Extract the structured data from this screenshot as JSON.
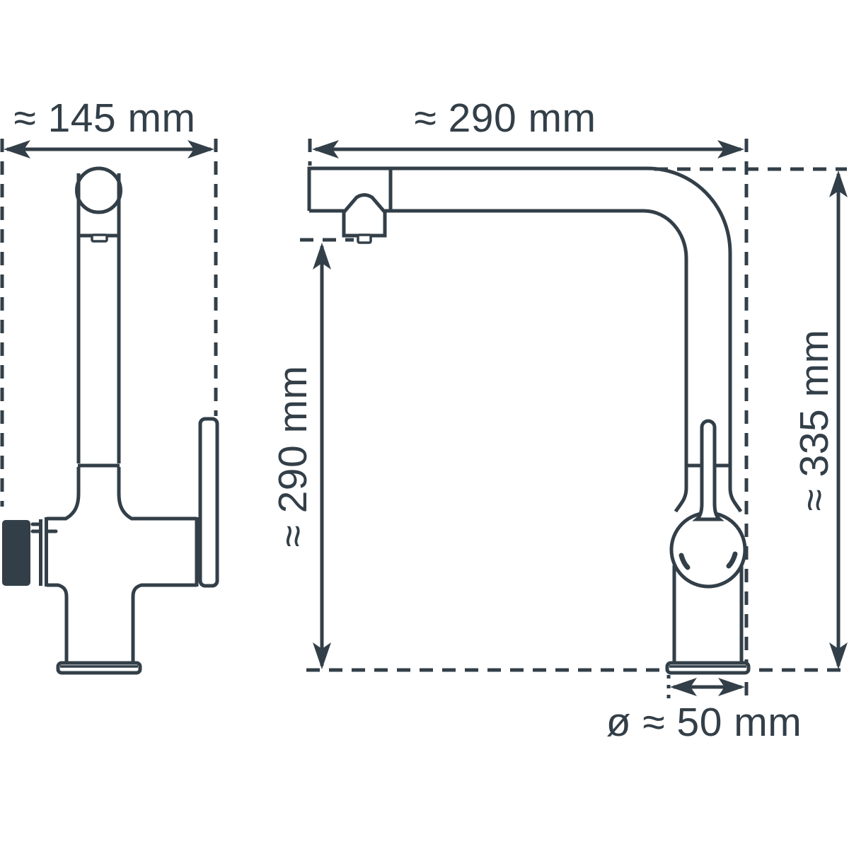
{
  "drawing": {
    "kind": "faucet-technical-dimension-drawing",
    "colors": {
      "line": "#333F48",
      "background": "#FFFFFF"
    },
    "labels": {
      "side_width": "≈ 145 mm",
      "front_reach": "≈ 290 mm",
      "front_spout_height": "≈ 290 mm",
      "front_total_height": "≈ 335 mm",
      "base_diameter": "ø ≈ 50 mm"
    },
    "values_mm": {
      "side_width": 145,
      "front_reach": 290,
      "front_spout_height": 290,
      "front_total_height": 335,
      "base_diameter": 50
    }
  }
}
